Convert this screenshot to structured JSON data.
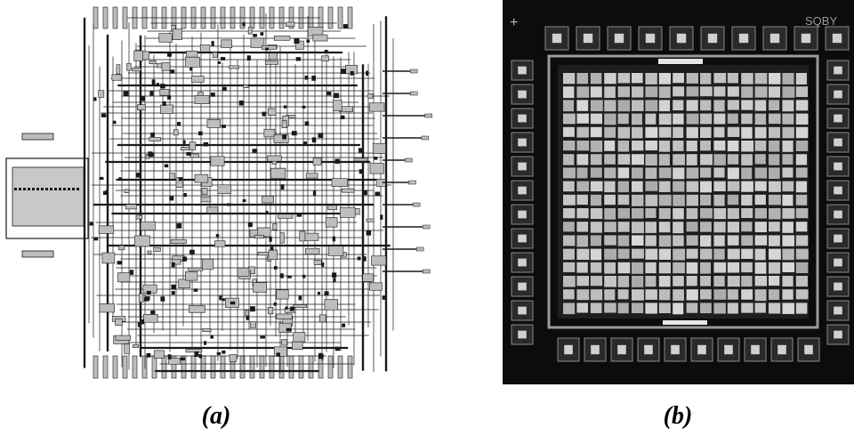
{
  "figure": {
    "panel_a": {
      "caption": "(a)"
    },
    "panel_b": {
      "caption": "(b)",
      "chip_marking": "SQBY",
      "corner_mark": "+"
    }
  },
  "colors": {
    "background": "#ffffff",
    "layout_metal": "#1a1a1a",
    "layout_fill": "#bdbdbd",
    "die_background": "#0c0c0c",
    "die_core": "#d9d9d9"
  }
}
